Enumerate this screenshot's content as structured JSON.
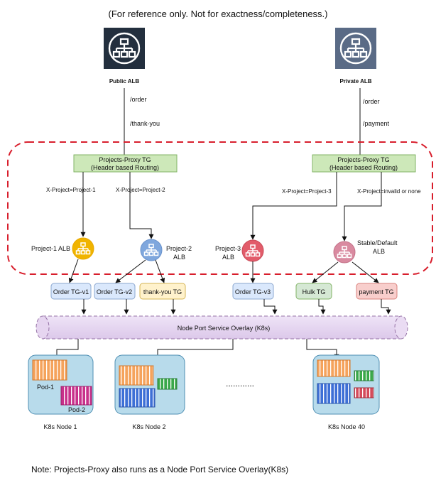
{
  "header_note": "(For reference only. Not for exactness/completeness.)",
  "footer_note": "Note: Projects-Proxy also runs as a Node Port Service Overlay(K8s)",
  "albs": {
    "public": {
      "label": "Public ALB",
      "color": "#232f3e",
      "paths": [
        "/order",
        "/thank-you"
      ]
    },
    "private": {
      "label": "Private ALB",
      "color": "#5a6b86",
      "paths": [
        "/order",
        "/payment"
      ]
    }
  },
  "proxy_tgs": {
    "left": {
      "line1": "Projects-Proxy TG",
      "line2": "(Header based Routing)"
    },
    "right": {
      "line1": "Projects-Proxy TG",
      "line2": "(Header based Routing)"
    }
  },
  "routing_headers": {
    "p1": "X-Project=Project-1",
    "p2": "X-Project=Project-2",
    "p3": "X-Project=Project-3",
    "default": "X-Project=invalid or none"
  },
  "project_albs": {
    "p1": {
      "label": "Project-1 ALB",
      "color": "#f0b400"
    },
    "p2": {
      "line1": "Project-2",
      "line2": "ALB",
      "color": "#7fa7dd"
    },
    "p3": {
      "line1": "Project-3",
      "line2": "ALB",
      "color": "#e25c6a"
    },
    "default": {
      "line1": "Stable/Default",
      "line2": "ALB",
      "color": "#d98aa0"
    }
  },
  "target_groups": {
    "order_v1": "Order TG-v1",
    "order_v2": "Order TG-v2",
    "thank_you": "thank-you TG",
    "order_v3": "Order TG-v3",
    "hulk": "Hulk TG",
    "payment": "payment TG"
  },
  "overlay_label": "Node Port Service Overlay (K8s)",
  "nodes": {
    "n1": {
      "label": "K8s Node 1",
      "pod1": "Pod-1",
      "pod2": "Pod-2"
    },
    "n2": {
      "label": "K8s Node 2"
    },
    "n40": {
      "label": "K8s Node 40"
    },
    "ellipsis": "............"
  }
}
